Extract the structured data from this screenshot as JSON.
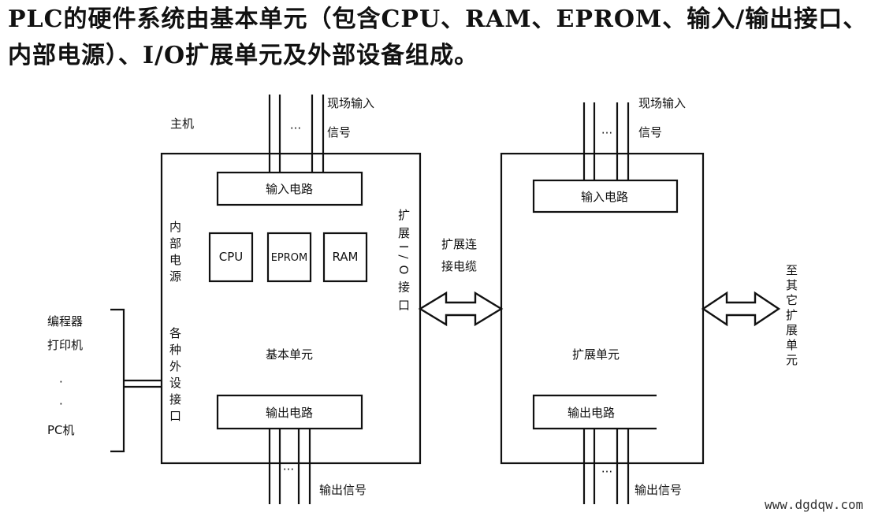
{
  "intro": "PLC的硬件系统由基本单元（包含CPU、RAM、EPROM、输入/输出接口、内部电源）、I/O扩展单元及外部设备组成。",
  "diagram": {
    "host_label": "主机",
    "field_input": "现场输入",
    "field_input_2": "信号",
    "dots": "···",
    "input_circuit": "输入电路",
    "output_circuit": "输出电路",
    "cpu": "CPU",
    "eprom": "EPROM",
    "ram": "RAM",
    "internal_power": "内部电源",
    "peripheral_interface": "各种外设接口",
    "expansion_io": "扩展I/O接口",
    "basic_unit": "基本单元",
    "expansion_cable": "扩展连",
    "expansion_cable_2": "接电缆",
    "expansion_unit": "扩展单元",
    "to_other": "至其它扩展单元",
    "output_signal": "输出信号",
    "devices": [
      "编程器",
      "打印机",
      "·",
      "·",
      "PC机"
    ]
  },
  "watermark": "www.dgdqw.com"
}
